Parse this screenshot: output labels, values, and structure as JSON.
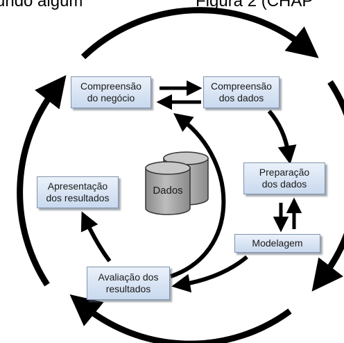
{
  "header": {
    "left_text": "undo  algum",
    "right_text": "Figura 2 (CHAP"
  },
  "nodes": {
    "business_understanding": "Compreensão\ndo negócio",
    "data_understanding": "Compreensão\ndos dados",
    "data_preparation": "Preparação\ndos dados",
    "modeling": "Modelagem",
    "evaluation": "Avaliação dos\nresultados",
    "presentation": "Apresentação\ndos resultados",
    "data_store": "Dados"
  },
  "colors": {
    "box_fill_top": "#eaf1fa",
    "box_fill_bottom": "#c9d9ee",
    "box_border": "#7f93ad",
    "arrow": "#000000",
    "cylinder": "#9a9a9a"
  }
}
